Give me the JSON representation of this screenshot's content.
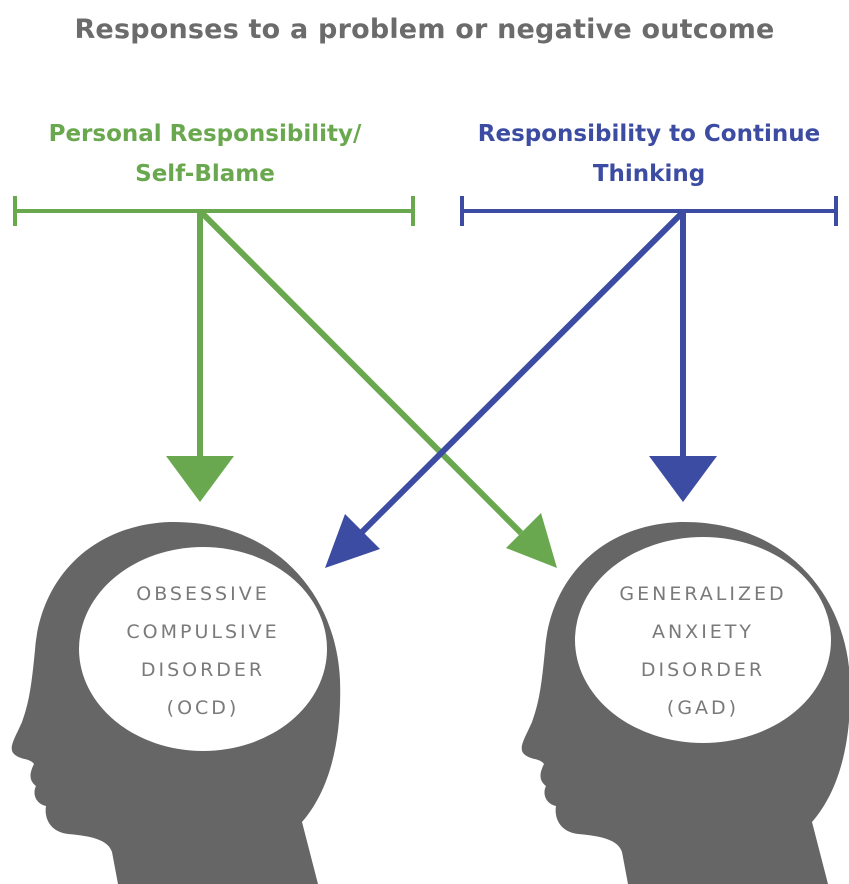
{
  "title": "Responses to a problem or negative outcome",
  "left_category": {
    "line1": "Personal Responsibility/",
    "line2": "Self-Blame",
    "color": "#6aa84f"
  },
  "right_category": {
    "line1": "Responsibility to Continue",
    "line2": "Thinking",
    "color": "#3d4ca3"
  },
  "left_head": {
    "line1": "OBSESSIVE",
    "line2": "COMPULSIVE",
    "line3": "DISORDER",
    "line4": "(OCD)"
  },
  "right_head": {
    "line1": "GENERALIZED",
    "line2": "ANXIETY",
    "line3": "DISORDER",
    "line4": "(GAD)"
  },
  "head_color": "#666666"
}
